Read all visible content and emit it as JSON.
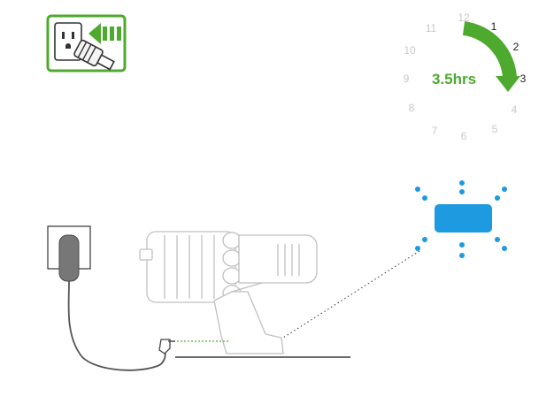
{
  "colors": {
    "green": "#4daa2f",
    "clock_number_muted": "#c8c8c8",
    "clock_number_active": "#1a1a1a",
    "indicator_blue": "#1e9ae0",
    "device_gray": "#cfcfcf",
    "cable": "#555555",
    "guide_line": "#111111",
    "green_dotted": "#4daa2f"
  },
  "icons": {
    "plug_icon": "plug-into-socket-icon",
    "charging_arrow": "charging-arrow-icon",
    "indicator": "led-indicator-glow-icon",
    "vacuum": "cordless-vacuum-icon",
    "wall_socket": "wall-socket-icon",
    "charger": "charger-adapter-icon"
  },
  "clock": {
    "duration_label": "3.5hrs",
    "numbers_muted": [
      "12",
      "4",
      "5",
      "6",
      "7",
      "8",
      "9",
      "10",
      "11"
    ],
    "numbers_active": [
      "1",
      "2",
      "3"
    ]
  }
}
